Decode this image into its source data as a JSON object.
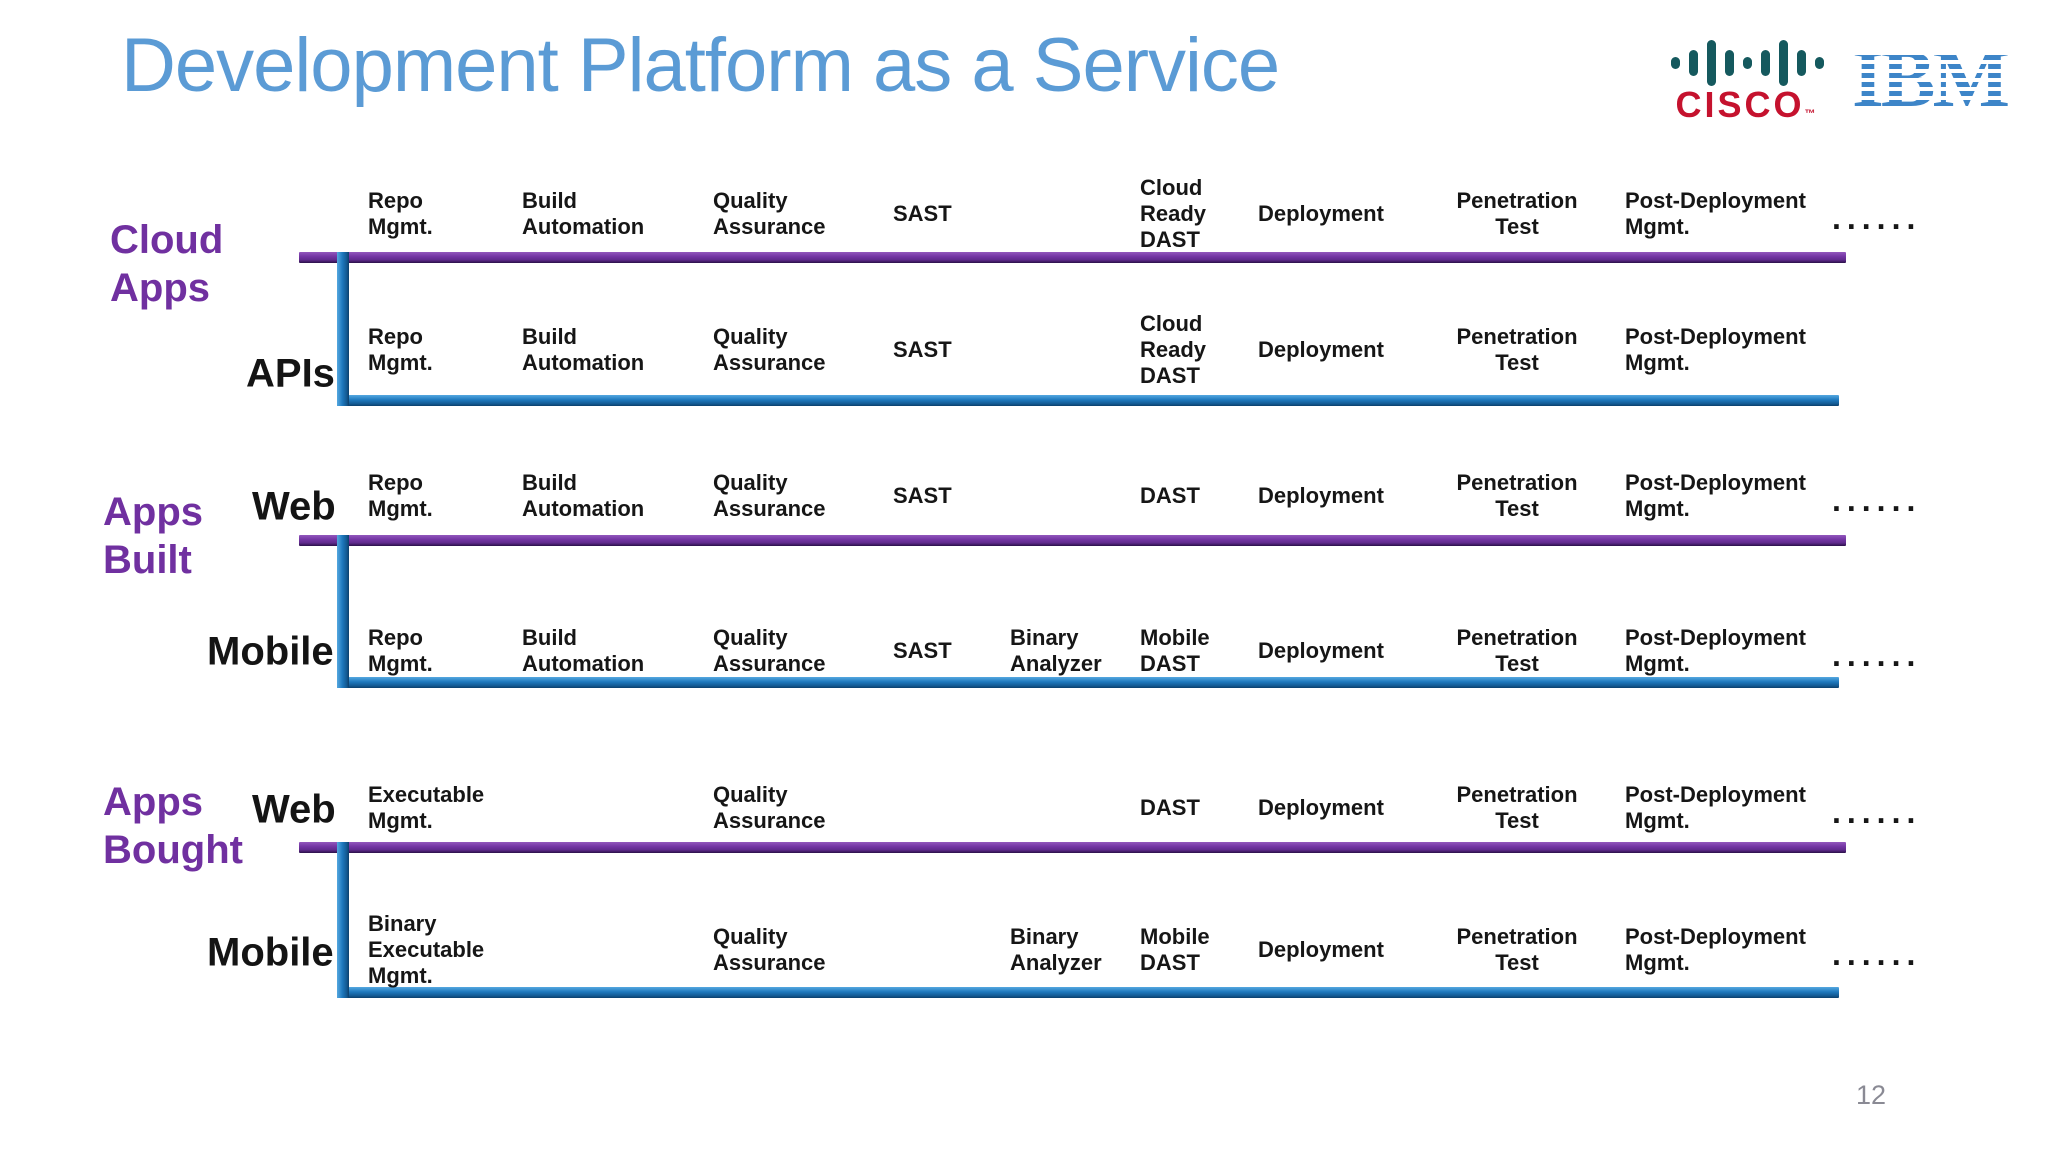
{
  "slide": {
    "title": "Development Platform as a Service",
    "page_number": "12"
  },
  "logos": {
    "cisco_text": "CISCO",
    "cisco_tm": "™",
    "ibm_text": "IBM"
  },
  "colors": {
    "title_blue": "#5B9BD5",
    "group_label_purple": "#7030A0",
    "bar_purple": "#6F2F9E",
    "bar_blue": "#1E78BD",
    "stage_text": "#161616",
    "cisco_red": "#C5122E",
    "cisco_teal": "#15595E",
    "ibm_blue": "#3D85C8",
    "page_number_gray": "#8A8A94"
  },
  "groups": {
    "g1": {
      "label": "Cloud\nApps"
    },
    "g2": {
      "label": "Apps\nBuilt"
    },
    "g3": {
      "label": "Apps\nBought"
    }
  },
  "rows": {
    "r1": {
      "stages": {
        "repo": "Repo\nMgmt.",
        "build": "Build\nAutomation",
        "qa": "Quality\nAssurance",
        "sast": "SAST",
        "dast": "Cloud\nReady\nDAST",
        "deploy": "Deployment",
        "pentest": "Penetration\nTest",
        "post": "Post-Deployment\nMgmt.",
        "ellipsis": "......"
      }
    },
    "r2": {
      "label": "APIs",
      "stages": {
        "repo": "Repo\nMgmt.",
        "build": "Build\nAutomation",
        "qa": "Quality\nAssurance",
        "sast": "SAST",
        "dast": "Cloud\nReady\nDAST",
        "deploy": "Deployment",
        "pentest": "Penetration\nTest",
        "post": "Post-Deployment\nMgmt."
      }
    },
    "r3": {
      "label": "Web",
      "stages": {
        "repo": "Repo\nMgmt.",
        "build": "Build\nAutomation",
        "qa": "Quality\nAssurance",
        "sast": "SAST",
        "dast": "DAST",
        "deploy": "Deployment",
        "pentest": "Penetration\nTest",
        "post": "Post-Deployment\nMgmt.",
        "ellipsis": "......"
      }
    },
    "r4": {
      "label": "Mobile",
      "stages": {
        "repo": "Repo\nMgmt.",
        "build": "Build\nAutomation",
        "qa": "Quality\nAssurance",
        "sast": "SAST",
        "binary": "Binary\nAnalyzer",
        "dast": "Mobile\nDAST",
        "deploy": "Deployment",
        "pentest": "Penetration\nTest",
        "post": "Post-Deployment\nMgmt.",
        "ellipsis": "......"
      }
    },
    "r5": {
      "label": "Web",
      "stages": {
        "exec": "Executable\nMgmt.",
        "qa": "Quality\nAssurance",
        "dast": "DAST",
        "deploy": "Deployment",
        "pentest": "Penetration\nTest",
        "post": "Post-Deployment\nMgmt.",
        "ellipsis": "......"
      }
    },
    "r6": {
      "label": "Mobile",
      "stages": {
        "binexec": "Binary\nExecutable\nMgmt.",
        "qa": "Quality\nAssurance",
        "binary": "Binary\nAnalyzer",
        "dast": "Mobile\nDAST",
        "deploy": "Deployment",
        "pentest": "Penetration\nTest",
        "post": "Post-Deployment\nMgmt.",
        "ellipsis": "......"
      }
    }
  }
}
